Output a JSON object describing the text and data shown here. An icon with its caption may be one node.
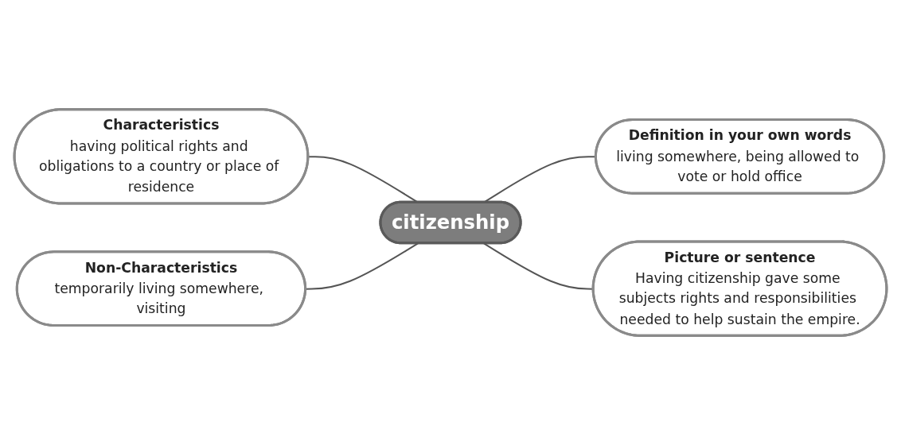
{
  "diagram": {
    "nodes": [
      {
        "text": [
          "Characteristics",
          "having political rights and obligations to a country or place of residence"
        ]
      },
      {
        "text": [
          "Definition in your own words",
          "living somewhere, being allowed to vote or hold office"
        ]
      },
      {
        "text": [
          "citizenship"
        ]
      },
      {
        "text": [
          "Non-Characteristics",
          "temporarily living somewhere, visiting"
        ]
      },
      {
        "text": [
          "Picture or sentence",
          "Having citizenship gave some subjects rights and responsibilities needed to help sustain the empire."
        ]
      }
    ],
    "edges": [
      {
        "from": 2,
        "to": 0,
        "arrow": "none"
      },
      {
        "from": 2,
        "to": 1,
        "arrow": "none"
      },
      {
        "from": 2,
        "to": 3,
        "arrow": "none"
      },
      {
        "from": 2,
        "to": 4,
        "arrow": "none"
      }
    ]
  }
}
